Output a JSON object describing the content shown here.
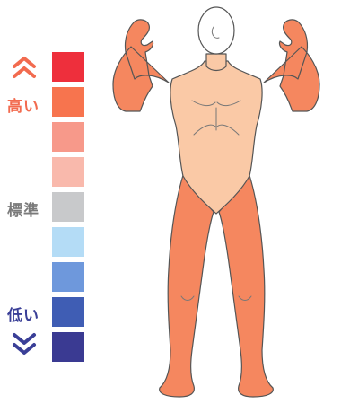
{
  "legend": {
    "high_label": "高い",
    "standard_label": "標準",
    "low_label": "低い",
    "high_color": "#f26b4f",
    "standard_color": "#7a7a7a",
    "low_color": "#3a3f97",
    "swatches": [
      {
        "color": "#ee2f3c"
      },
      {
        "color": "#f7744e"
      },
      {
        "color": "#f7998a"
      },
      {
        "color": "#f9b9ac"
      },
      {
        "color": "#c8c9cb"
      },
      {
        "color": "#b4dcf6"
      },
      {
        "color": "#6e98dc"
      },
      {
        "color": "#3f5db4"
      },
      {
        "color": "#3a3a92"
      }
    ],
    "up_icon": "double-chevron-up-icon",
    "down_icon": "double-chevron-down-icon"
  },
  "body_map": {
    "limbs_color": "#f5875f",
    "torso_color": "#fac9a6",
    "head_color": "#ffffff",
    "outline_color": "#555555"
  }
}
